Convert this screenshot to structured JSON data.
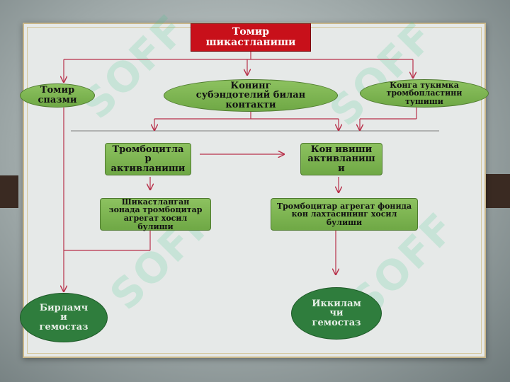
{
  "diagram": {
    "top": "Томир\nшикастланиши",
    "left_ellipse": "Томир\nспазми",
    "center_ellipse": "Конинг\nсубэндотелий билан\nконтакти",
    "right_ellipse": "Конга тукимка\nтромбопластини\nтушиши",
    "platelet_activation": "Тромбоцитла\nр\nактивланиши",
    "blood_clotting_activation": "Кон ивиши\nактивланиш\nи",
    "platelet_aggregate": "Шикастланган\nзонада тромбоцитар\nагрегат хосил\nбулиши",
    "clot_formation": "Тромбоцитар агрегат фонида\nкон лахтасининг хосил\nбулиши",
    "primary": "Бирламч\nи\nгемостаз",
    "secondary": "Иккилам\nчи\nгемостаз"
  },
  "watermark": "SOFF",
  "colors": {
    "red": "#c8101a",
    "green": "#7ab54f",
    "dark_green": "#2f7d3d",
    "line": "#b8304a"
  }
}
